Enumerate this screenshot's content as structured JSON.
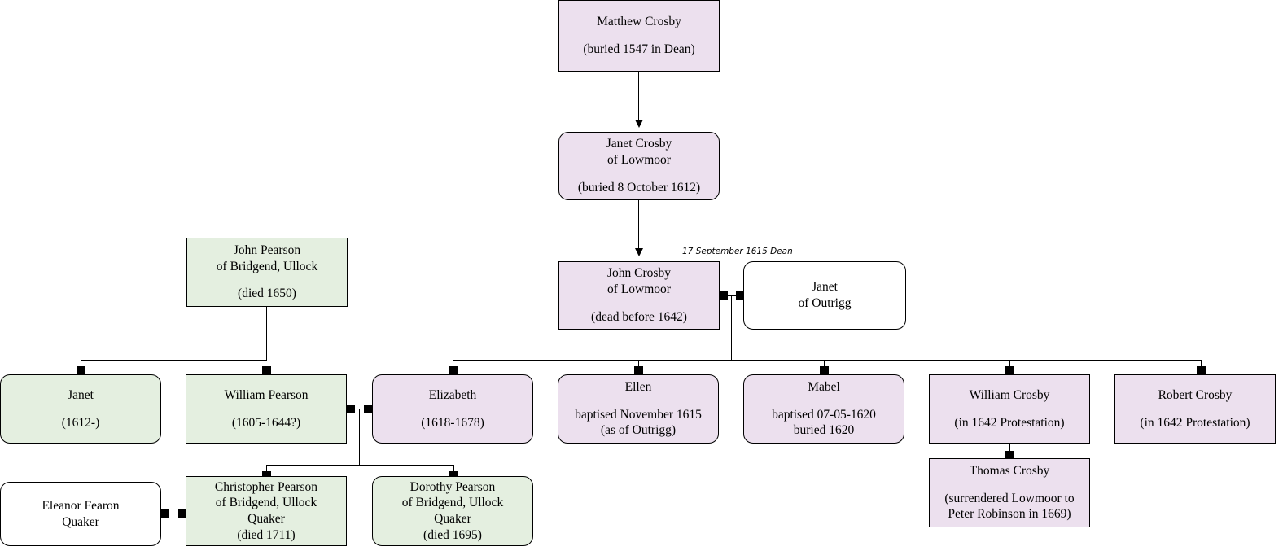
{
  "diagram": {
    "title": "Crosby and Pearson family tree",
    "colors": {
      "lavender": "#ece0ee",
      "green": "#e4efe0",
      "white": "#ffffff",
      "stroke": "#000000"
    },
    "marriage_labels": [
      {
        "id": "john-janet-marriage",
        "text": "17 September 1615 Dean"
      }
    ],
    "nodes": [
      {
        "id": "matthew-crosby",
        "name": "Matthew Crosby",
        "detail": "(buried 1547 in Dean)",
        "shape": "rect",
        "fill": "lavender"
      },
      {
        "id": "janet-crosby",
        "name": "Janet Crosby\nof Lowmoor",
        "detail": "(buried 8 October 1612)",
        "shape": "rounded",
        "fill": "lavender"
      },
      {
        "id": "john-crosby",
        "name": "John Crosby\nof Lowmoor",
        "detail": "(dead before 1642)",
        "shape": "rect",
        "fill": "lavender"
      },
      {
        "id": "janet-outrigg",
        "name": "Janet\nof Outrigg",
        "detail": "",
        "shape": "rounded",
        "fill": "white"
      },
      {
        "id": "john-pearson",
        "name": "John Pearson\nof Bridgend, Ullock",
        "detail": "(died 1650)",
        "shape": "rect",
        "fill": "green"
      },
      {
        "id": "janet-pearson",
        "name": "Janet",
        "detail": "(1612-)",
        "shape": "rounded",
        "fill": "green"
      },
      {
        "id": "william-pearson",
        "name": "William Pearson",
        "detail": "(1605-1644?)",
        "shape": "rect",
        "fill": "green"
      },
      {
        "id": "elizabeth",
        "name": "Elizabeth",
        "detail": "(1618-1678)",
        "shape": "rounded",
        "fill": "lavender"
      },
      {
        "id": "ellen",
        "name": "Ellen",
        "detail": "baptised November 1615\n(as of Outrigg)",
        "shape": "rounded",
        "fill": "lavender"
      },
      {
        "id": "mabel",
        "name": "Mabel",
        "detail": "baptised 07-05-1620\nburied 1620",
        "shape": "rounded",
        "fill": "lavender"
      },
      {
        "id": "william-crosby",
        "name": "William Crosby",
        "detail": "(in 1642 Protestation)",
        "shape": "rect",
        "fill": "lavender"
      },
      {
        "id": "robert-crosby",
        "name": "Robert Crosby",
        "detail": "(in 1642 Protestation)",
        "shape": "rect",
        "fill": "lavender"
      },
      {
        "id": "thomas-crosby",
        "name": "Thomas Crosby",
        "detail": "(surrendered Lowmoor to\nPeter Robinson in 1669)",
        "shape": "rect",
        "fill": "lavender"
      },
      {
        "id": "eleanor-fearon",
        "name": "Eleanor Fearon\nQuaker",
        "detail": "",
        "shape": "rounded",
        "fill": "white"
      },
      {
        "id": "christopher-pearson",
        "name": "Christopher Pearson\nof Bridgend, Ullock\nQuaker\n(died 1711)",
        "detail": "",
        "shape": "rect",
        "fill": "green"
      },
      {
        "id": "dorothy-pearson",
        "name": "Dorothy Pearson\nof Bridgend, Ullock\nQuaker\n(died 1695)",
        "detail": "",
        "shape": "rounded",
        "fill": "green"
      }
    ]
  }
}
